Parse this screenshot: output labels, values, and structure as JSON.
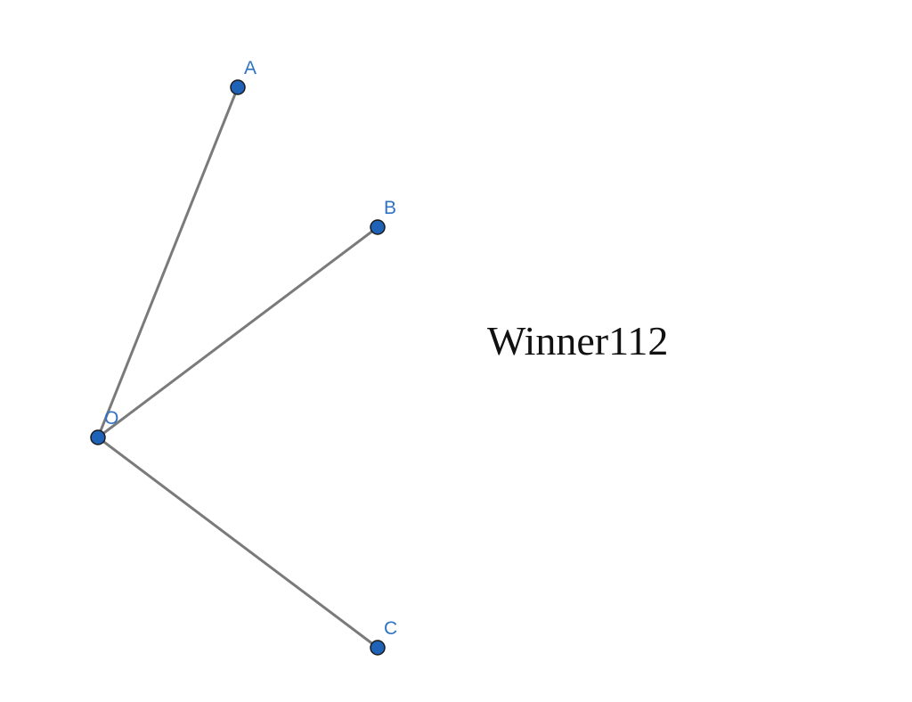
{
  "diagram": {
    "point_color": "#1e63b8",
    "segment_color": "#7a7a7a",
    "label_color": "#2f73c4",
    "text_color": "#111111",
    "points": {
      "A": {
        "label": "A"
      },
      "B": {
        "label": "B"
      },
      "O": {
        "label": "O"
      },
      "C": {
        "label": "C"
      }
    },
    "segments": [
      "OA",
      "OB",
      "OC"
    ]
  },
  "watermark": {
    "text": "Winner112"
  }
}
